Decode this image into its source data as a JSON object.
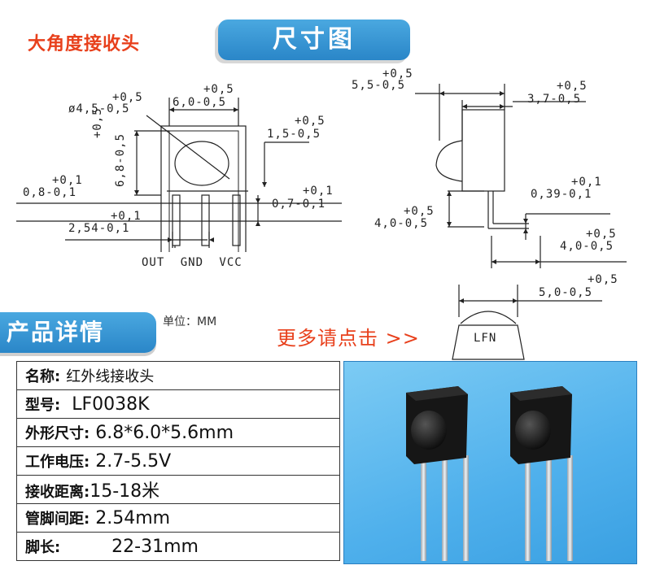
{
  "header": {
    "product_title": "大角度接收头",
    "dimension_banner": "尺寸图"
  },
  "front_view": {
    "dia_tol": "+0,5",
    "dia_label": "ø4,5-0,5",
    "width_tol": "+0,5",
    "width_label": "6,0-0,5",
    "height_tol": "+0,5",
    "height_label": "6,8-0,5",
    "pin_offset_tol": "+0,5",
    "pin_offset_label": "1,5-0,5",
    "pin_thickness_tol": "+0,1",
    "pin_thickness_label": "0,8-0,1",
    "pin_width_tol": "+0,1",
    "pin_width_label": "0,7-0,1",
    "pitch_tol": "+0,1",
    "pitch_label": "2,54-0,1",
    "pin_names": "OUT GND VCC"
  },
  "side_view": {
    "depth_tol": "+0,5",
    "depth_label": "5,5-0,5",
    "lens_tol": "+0,5",
    "lens_label": "3,7-0,5",
    "lead_tol": "+0,1",
    "lead_label": "0,39-0,1",
    "bend_height_tol": "+0,5",
    "bend_height_label": "4,0-0,5",
    "bend_length_tol": "+0,5",
    "bend_length_label": "4,0-0,5"
  },
  "top_view": {
    "width_tol": "+0,5",
    "width_label": "5,0-0,5",
    "marking": "LFN"
  },
  "details": {
    "section_title": "产品详情",
    "unit": "单位：MM",
    "more_link": "更多请点击 >>",
    "specs": [
      {
        "key": "名称:",
        "value": "红外线接收头"
      },
      {
        "key": "型号:",
        "value": "LF0038K"
      },
      {
        "key": "外形尺寸:",
        "value": "6.8*6.0*5.6mm"
      },
      {
        "key": "工作电压:",
        "value": "2.7-5.5V"
      },
      {
        "key": "接收距离:",
        "value": "15-18米"
      },
      {
        "key": "管脚间距:",
        "value": "2.54mm"
      },
      {
        "key": "脚长:",
        "value": "22-31mm"
      }
    ]
  },
  "colors": {
    "accent_red": "#e8401c",
    "banner_blue": "#2a86c8",
    "photo_bg": "#5ab8ee"
  }
}
